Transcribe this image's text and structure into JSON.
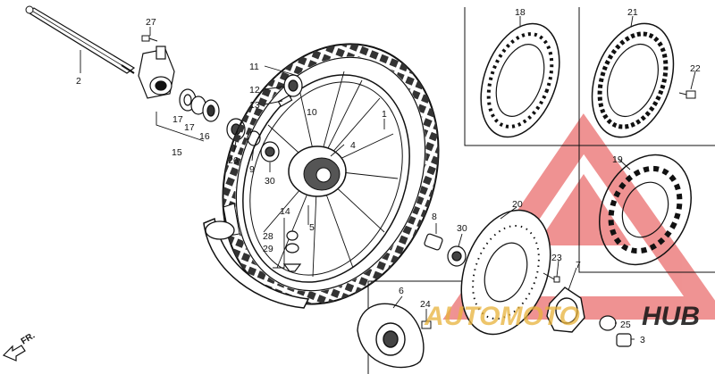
{
  "diagram": {
    "labels": {
      "p27": "27",
      "p2": "2",
      "p15": "15",
      "p17a": "17",
      "p17b": "17",
      "p16": "16",
      "p26": "26",
      "p9": "9",
      "p30a": "30",
      "p11": "11",
      "p12": "12",
      "p13": "13",
      "p10": "10",
      "p1": "1",
      "p4": "4",
      "p5": "5",
      "p14": "14",
      "p28": "28",
      "p29": "29",
      "p8": "8",
      "p30b": "30",
      "p18": "18",
      "p21": "21",
      "p22": "22",
      "p19": "19",
      "p20": "20",
      "p23": "23",
      "p7": "7",
      "p6": "6",
      "p24": "24",
      "p25": "25",
      "p3": "3"
    },
    "front_arrow": "FR."
  },
  "watermark": {
    "word1": "AUTOMOTO",
    "word2": "HUB",
    "accent": "#e8b23a",
    "triangle": "#e23a3a"
  }
}
